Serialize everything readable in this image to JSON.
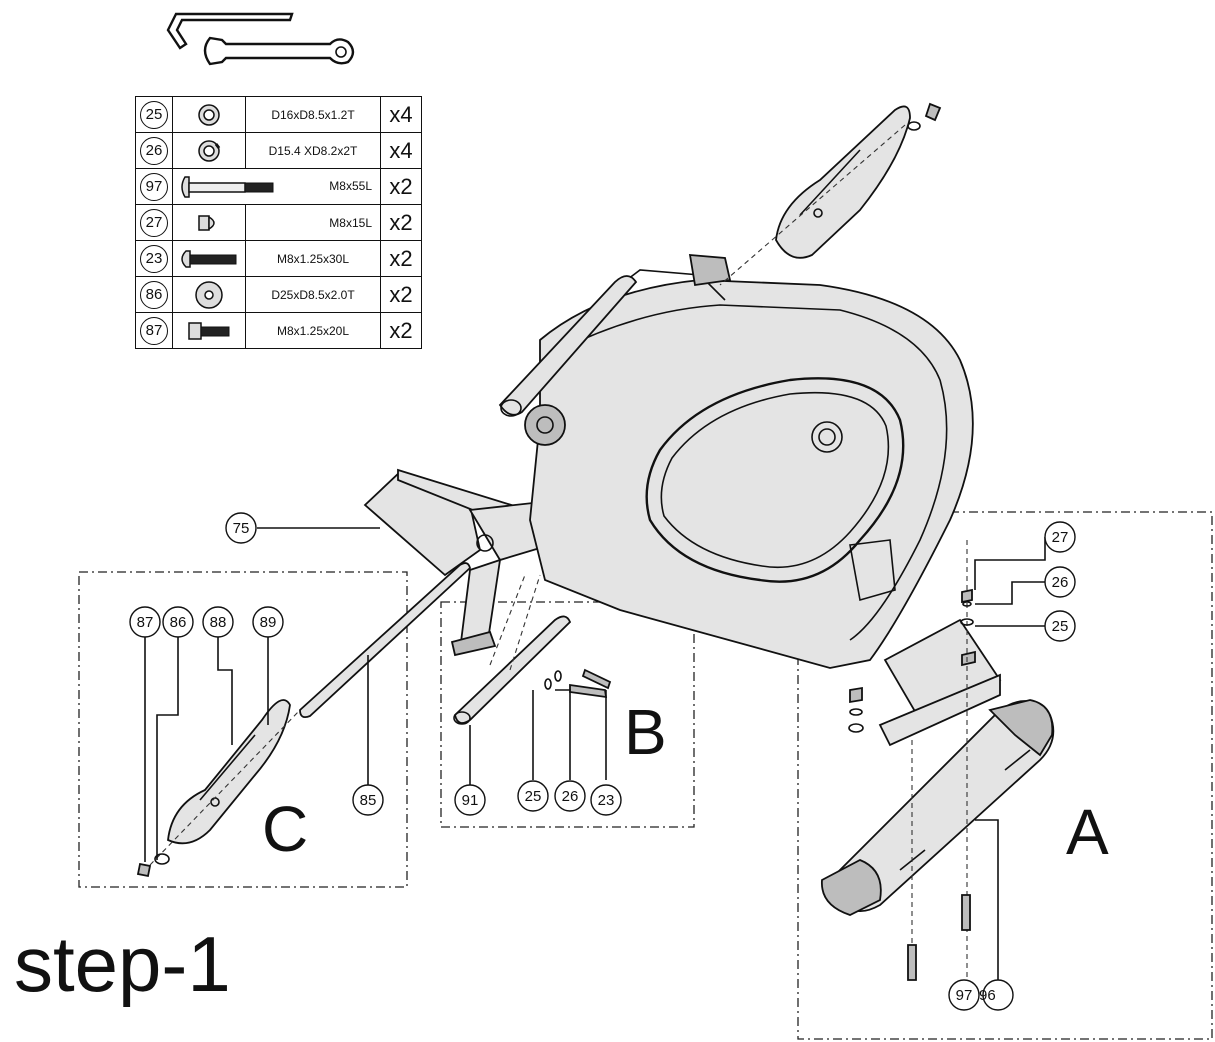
{
  "title": "step-1",
  "groups": {
    "a": "A",
    "b": "B",
    "c": "C"
  },
  "parts": [
    {
      "num": "25",
      "spec": "D16xD8.5x1.2T",
      "qty": "x4",
      "icon": "flat-washer-icon"
    },
    {
      "num": "26",
      "spec": "D15.4 XD8.2x2T",
      "qty": "x4",
      "icon": "spring-washer-icon"
    },
    {
      "num": "97",
      "spec": "M8x55L",
      "qty": "x2",
      "icon": "carriage-bolt-icon"
    },
    {
      "num": "27",
      "spec": "M8x15L",
      "qty": "x2",
      "icon": "cap-nut-icon"
    },
    {
      "num": "23",
      "spec": "M8x1.25x30L",
      "qty": "x2",
      "icon": "round-head-bolt-icon"
    },
    {
      "num": "86",
      "spec": "D25xD8.5x2.0T",
      "qty": "x2",
      "icon": "large-washer-icon"
    },
    {
      "num": "87",
      "spec": "M8x1.25x20L",
      "qty": "x2",
      "icon": "hex-bolt-icon"
    }
  ],
  "callouts": {
    "c75": "75",
    "c27": "27",
    "c26": "26",
    "c25": "25",
    "c87": "87",
    "c86": "86",
    "c88": "88",
    "c89": "89",
    "c85": "85",
    "b91": "91",
    "b25": "25",
    "b26": "26",
    "b23": "23",
    "a97": "97",
    "a96": "96"
  },
  "tools": [
    "allen-key-icon",
    "wrench-icon"
  ]
}
